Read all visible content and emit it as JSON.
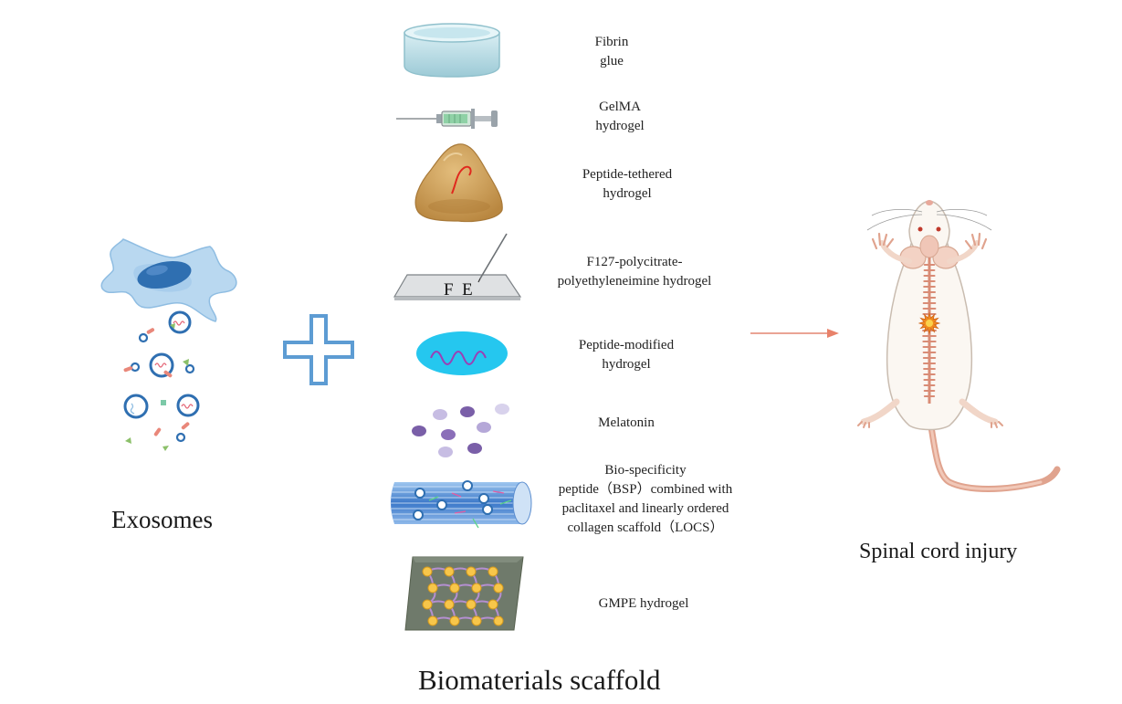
{
  "left": {
    "title": "Exosomes"
  },
  "right": {
    "title": "Spinal cord injury"
  },
  "bottom": {
    "title": "Biomaterials scaffold"
  },
  "materials": [
    {
      "id": "fibrin",
      "icon": "fibrin-dish-icon",
      "lines": [
        "Fibrin",
        "glue"
      ]
    },
    {
      "id": "gelma",
      "icon": "syringe-icon",
      "lines": [
        "GelMA",
        "hydrogel"
      ]
    },
    {
      "id": "peptide-tethered",
      "icon": "hydrogel-dome-icon",
      "lines": [
        "Peptide-tethered",
        "hydrogel"
      ]
    },
    {
      "id": "f127",
      "icon": "film-plate-icon",
      "lines": [
        "F127-polycitrate-",
        "polyethyleneimine hydrogel"
      ],
      "plate_text": "F  E"
    },
    {
      "id": "peptide-modified",
      "icon": "peptide-oval-icon",
      "lines": [
        "Peptide-modified",
        "hydrogel"
      ]
    },
    {
      "id": "melatonin",
      "icon": "melatonin-particles-icon",
      "lines": [
        "Melatonin"
      ]
    },
    {
      "id": "bsp",
      "icon": "collagen-fiber-bundle-icon",
      "lines": [
        "Bio-specificity",
        "peptide（BSP）combined with",
        "paclitaxel and linearly ordered",
        "collagen scaffold（LOCS）"
      ]
    },
    {
      "id": "gmpe",
      "icon": "gmpe-network-icon",
      "lines": [
        "GMPE hydrogel"
      ]
    }
  ],
  "colors": {
    "cell": "#a9cdea",
    "nucleus": "#2f6fb1",
    "exosome_ring": "#2f6fb1",
    "plus": "#5d9cd3",
    "arrow": "#e8826a",
    "gel": "#c89a55",
    "cyan_oval": "#25c7ef",
    "purple": "#7a5fa8",
    "rat_body": "#fbf7f2",
    "spine": "#d98c76"
  }
}
